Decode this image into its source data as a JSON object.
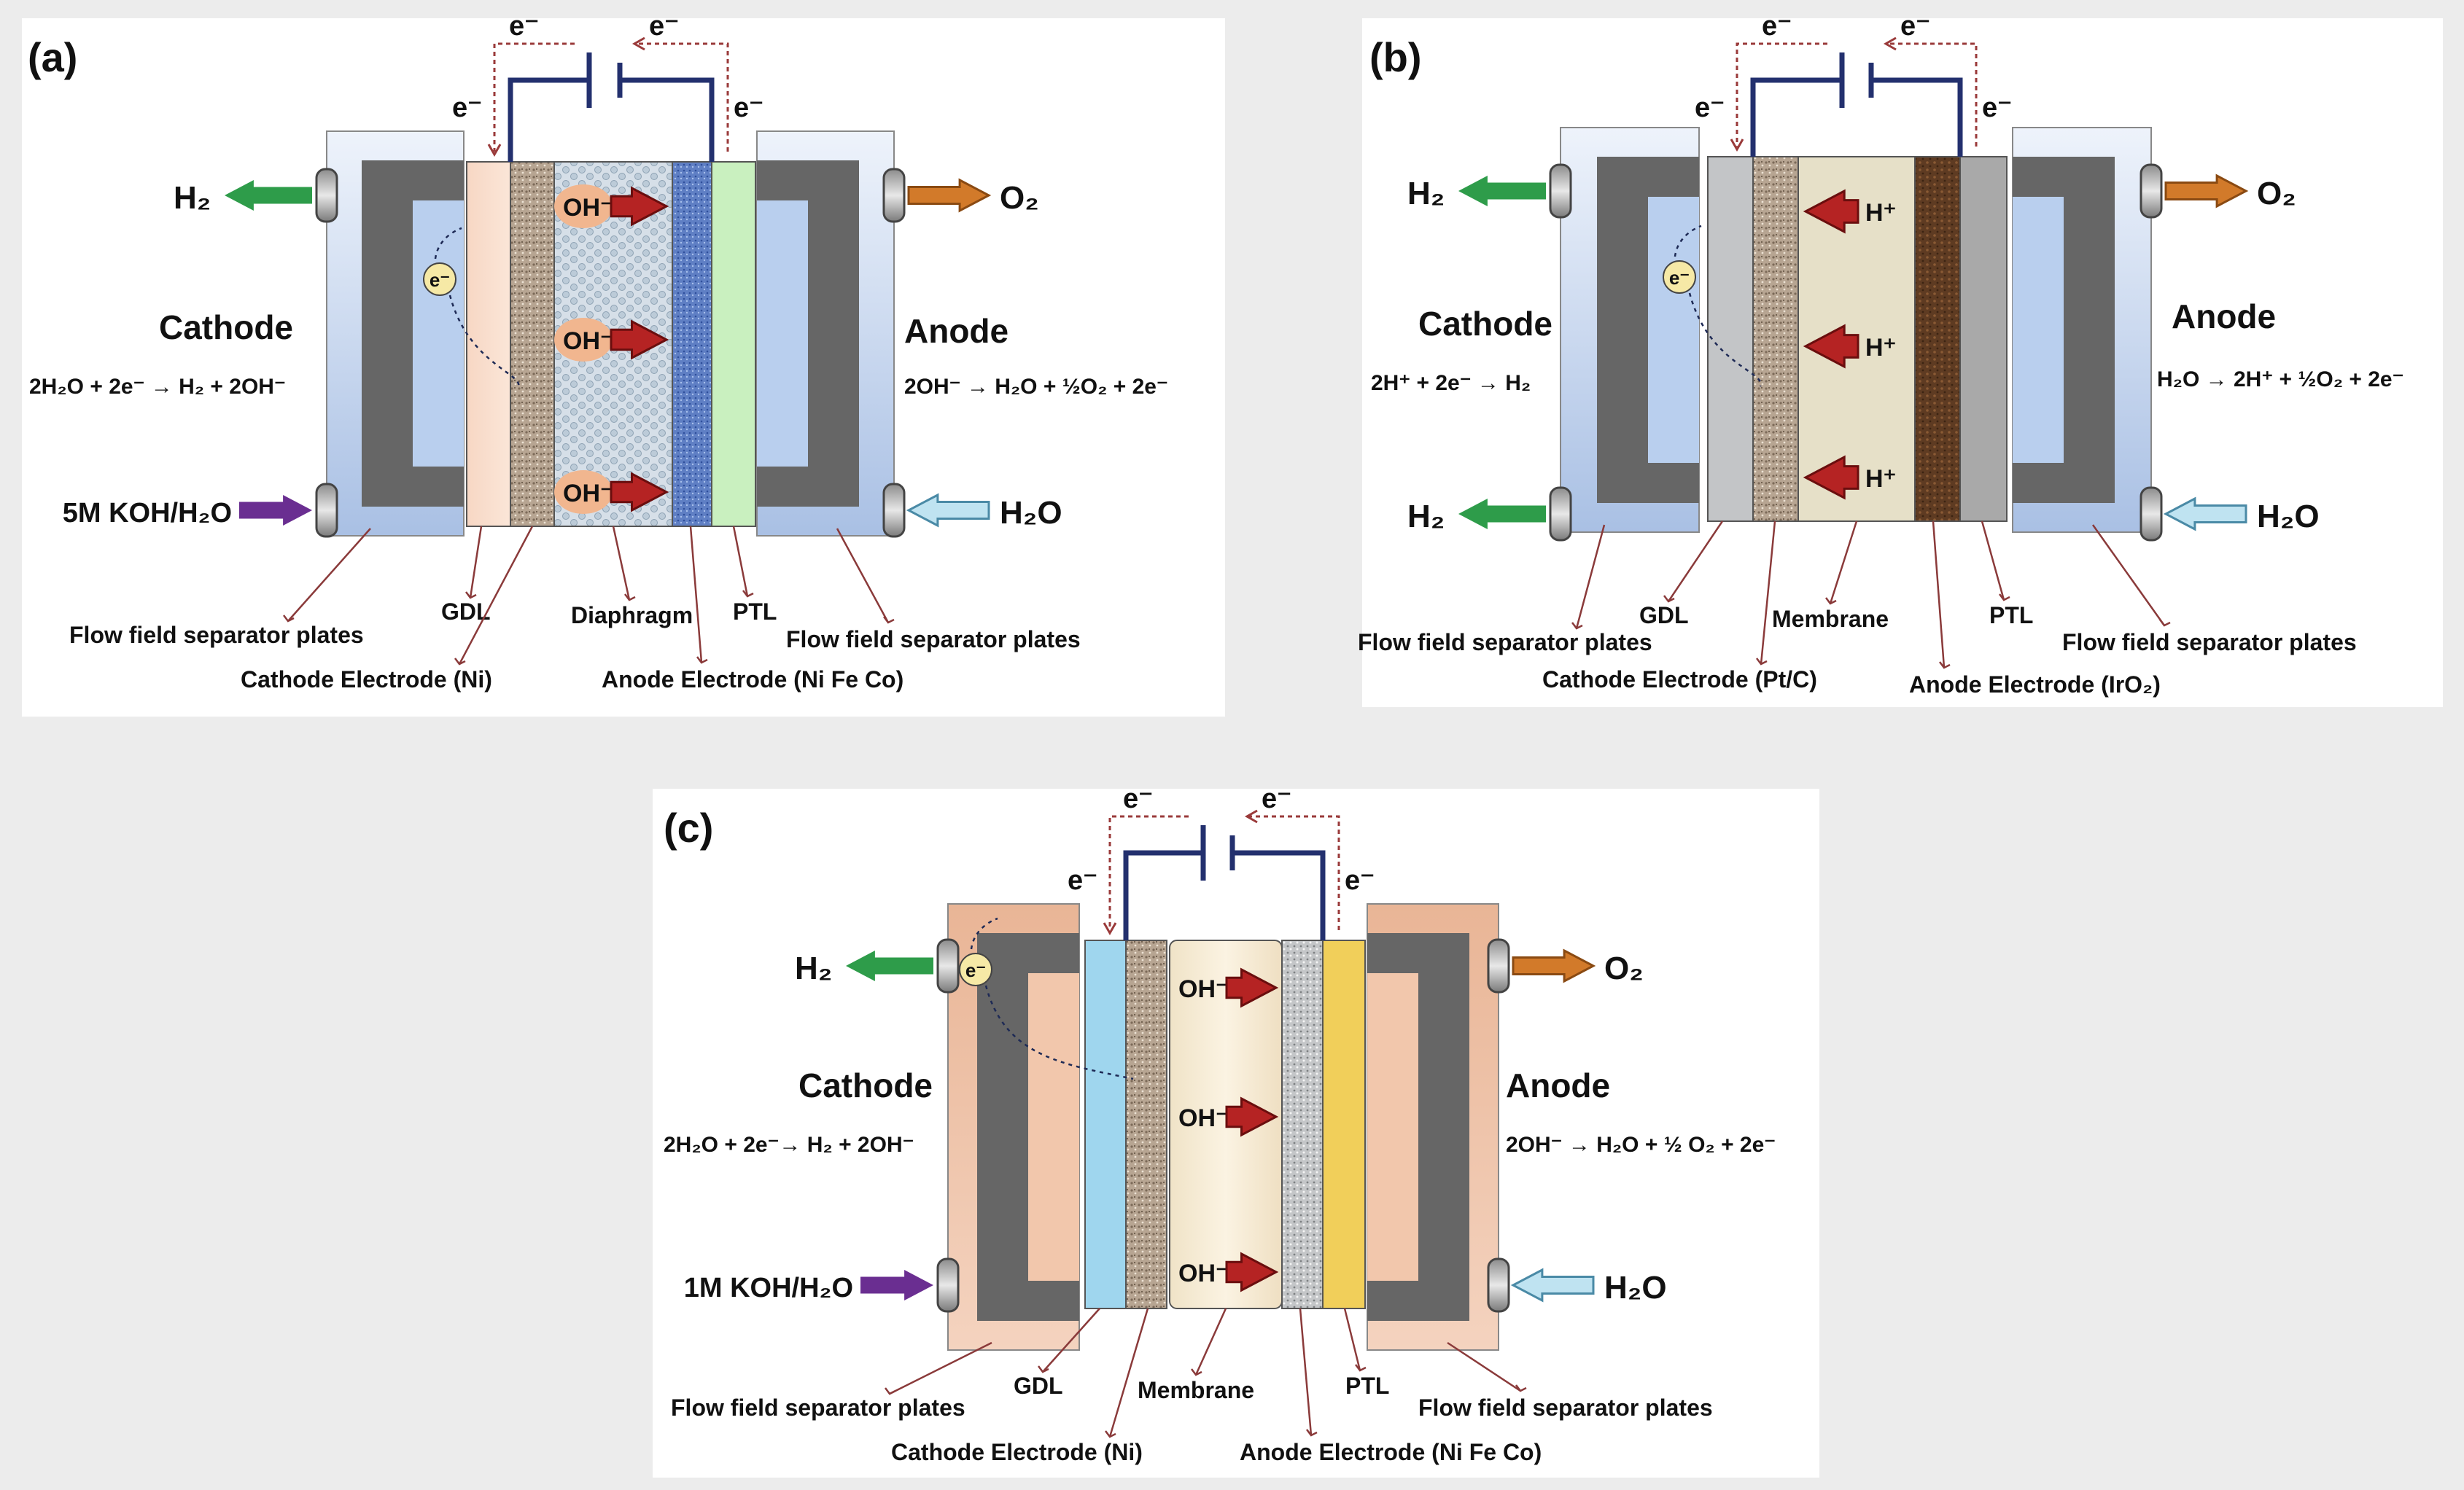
{
  "colors": {
    "h2": "#2e9c4a",
    "o2": "#d27a2a",
    "water": "#2a7ea6",
    "feed": "#6a2e91",
    "ion_arrow": "#b52323",
    "wire": "#23306e",
    "leader": "#8a3a3a"
  },
  "panels": [
    {
      "letter": "(a)",
      "cathode_label": "Cathode",
      "anode_label": "Anode",
      "cathode_eq": "2H₂O + 2e⁻ → H₂ + 2OH⁻",
      "anode_eq": "2OH⁻ → H₂O + ½O₂ + 2e⁻",
      "out_left_top": "H₂",
      "in_left_bottom": "5M KOH/H₂O",
      "out_right_top": "O₂",
      "in_right_bottom": "H₂O",
      "electron": "e⁻",
      "electron_bubble": "e⁻",
      "ion": "OH⁻",
      "labels": {
        "ff_left": "Flow field separator plates",
        "gdl": "GDL",
        "cathode_electrode": "Cathode Electrode (Ni)",
        "middle": "Diaphragm",
        "anode_electrode": "Anode Electrode (Ni Fe Co)",
        "ptl": "PTL",
        "ff_right": "Flow field separator plates"
      }
    },
    {
      "letter": "(b)",
      "cathode_label": "Cathode",
      "anode_label": "Anode",
      "cathode_eq": "2H⁺ + 2e⁻ → H₂",
      "anode_eq": "H₂O → 2H⁺ + ½O₂ + 2e⁻",
      "out_left_top": "H₂",
      "out_left_bottom": "H₂",
      "out_right_top": "O₂",
      "in_right_bottom": "H₂O",
      "electron": "e⁻",
      "electron_bubble": "e⁻",
      "ion": "H⁺",
      "labels": {
        "ff_left": "Flow field separator plates",
        "gdl": "GDL",
        "cathode_electrode": "Cathode Electrode (Pt/C)",
        "middle": "Membrane",
        "anode_electrode": "Anode Electrode (IrO₂)",
        "ptl": "PTL",
        "ff_right": "Flow field separator plates"
      }
    },
    {
      "letter": "(c)",
      "cathode_label": "Cathode",
      "anode_label": "Anode",
      "cathode_eq": "2H₂O + 2e⁻→ H₂ + 2OH⁻",
      "anode_eq": "2OH⁻ → H₂O + ½ O₂ + 2e⁻",
      "out_left_top": "H₂",
      "in_left_bottom": "1M KOH/H₂O",
      "out_right_top": "O₂",
      "in_right_bottom": "H₂O",
      "electron": "e⁻",
      "electron_bubble": "e⁻",
      "ion": "OH⁻",
      "labels": {
        "ff_left": "Flow field separator plates",
        "gdl": "GDL",
        "cathode_electrode": "Cathode Electrode (Ni)",
        "middle": "Membrane",
        "anode_electrode": "Anode Electrode (Ni Fe Co)",
        "ptl": "PTL",
        "ff_right": "Flow field separator plates"
      }
    }
  ]
}
